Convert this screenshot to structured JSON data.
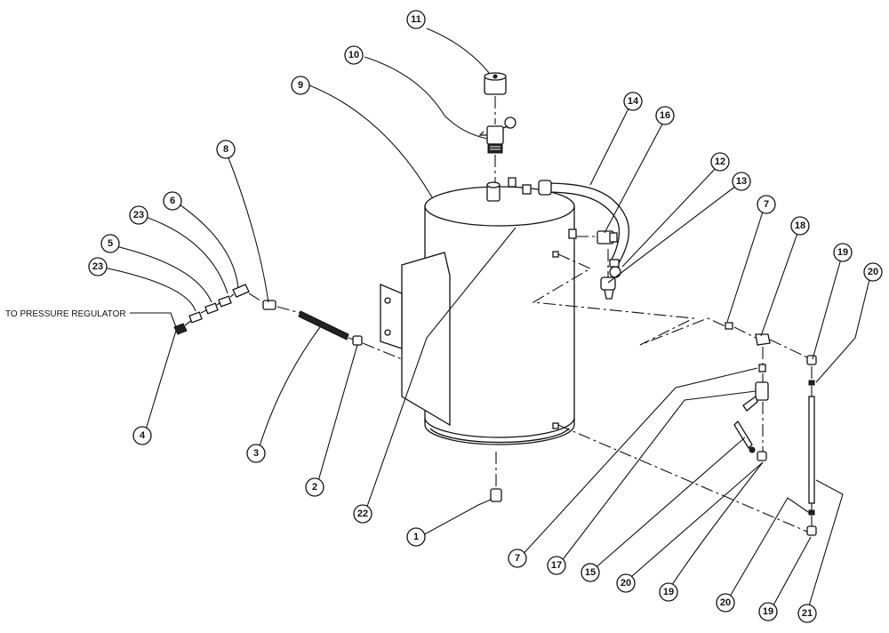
{
  "diagram": {
    "callout": "TO PRESSURE REGULATOR",
    "balloons": [
      {
        "id": "b11",
        "label": "11"
      },
      {
        "id": "b10",
        "label": "10"
      },
      {
        "id": "b9",
        "label": "9"
      },
      {
        "id": "b14",
        "label": "14"
      },
      {
        "id": "b16",
        "label": "16"
      },
      {
        "id": "b12",
        "label": "12"
      },
      {
        "id": "b13",
        "label": "13"
      },
      {
        "id": "b8",
        "label": "8"
      },
      {
        "id": "b6",
        "label": "6"
      },
      {
        "id": "b23a",
        "label": "23"
      },
      {
        "id": "b5",
        "label": "5"
      },
      {
        "id": "b23b",
        "label": "23"
      },
      {
        "id": "b4",
        "label": "4"
      },
      {
        "id": "b3",
        "label": "3"
      },
      {
        "id": "b2",
        "label": "2"
      },
      {
        "id": "b22",
        "label": "22"
      },
      {
        "id": "b1",
        "label": "1"
      },
      {
        "id": "b7a",
        "label": "7"
      },
      {
        "id": "b18",
        "label": "18"
      },
      {
        "id": "b19a",
        "label": "19"
      },
      {
        "id": "b20a",
        "label": "20"
      },
      {
        "id": "b7b",
        "label": "7"
      },
      {
        "id": "b17",
        "label": "17"
      },
      {
        "id": "b15",
        "label": "15"
      },
      {
        "id": "b20b",
        "label": "20"
      },
      {
        "id": "b19b",
        "label": "19"
      },
      {
        "id": "b20c",
        "label": "20"
      },
      {
        "id": "b19c",
        "label": "19"
      },
      {
        "id": "b21",
        "label": "21"
      }
    ]
  }
}
